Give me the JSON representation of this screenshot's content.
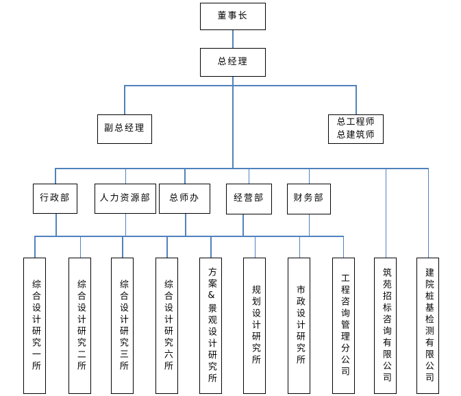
{
  "colors": {
    "connector": "#4F81BD",
    "node_border": "#000000",
    "background": "#FFFFFF",
    "text": "#000000"
  },
  "org_chart": {
    "level1": {
      "chairman": "董事长"
    },
    "level2": {
      "general_manager": "总经理"
    },
    "level3": {
      "deputy_general_manager": "副总经理",
      "chief_engineer_line1": "总工程师",
      "chief_engineer_line2": "总建筑师"
    },
    "departments": [
      "行政部",
      "人力资源部",
      "总师办",
      "经营部",
      "财务部"
    ],
    "divisions": [
      "综合设计研究一所",
      "综合设计研究二所",
      "综合设计研究三所",
      "综合设计研究六所",
      "方案&景观设计研究所",
      "规划设计研究所",
      "市政设计研究所",
      "工程咨询管理分公司",
      "筑苑招标咨询有限公司",
      "建院桩基检测有限公司"
    ]
  }
}
